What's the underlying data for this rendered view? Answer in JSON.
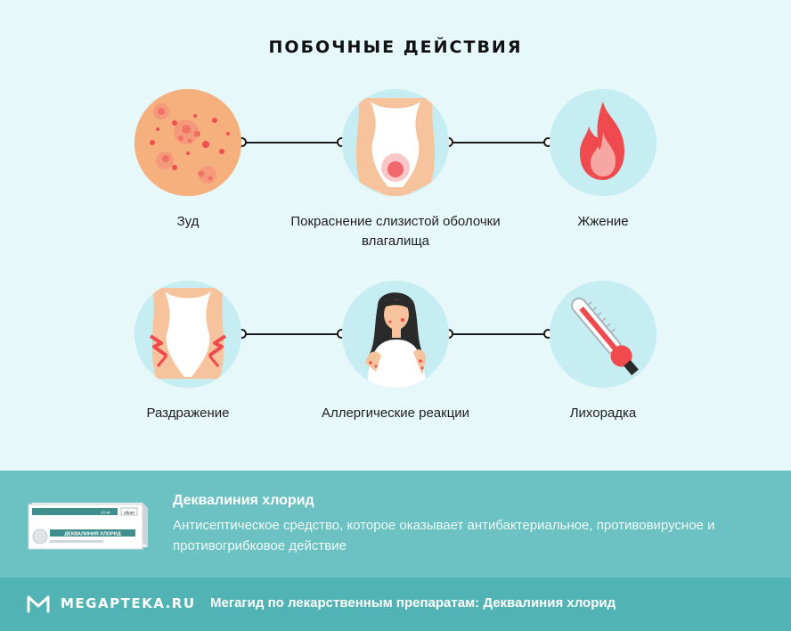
{
  "title": "ПОБОЧНЫЕ ДЕЙСТВИЯ",
  "effects": [
    {
      "label": "Зуд",
      "icon": "rash-skin-icon"
    },
    {
      "label": "Покраснение слизистой оболочки влагалища",
      "icon": "vaginal-redness-icon"
    },
    {
      "label": "Жжение",
      "icon": "flame-icon"
    },
    {
      "label": "Раздражение",
      "icon": "irritation-body-icon"
    },
    {
      "label": "Аллергические реакции",
      "icon": "allergic-woman-icon"
    },
    {
      "label": "Лихорадка",
      "icon": "thermometer-icon"
    }
  ],
  "drug": {
    "name": "Деквалиния хлорид",
    "description": "Антисептическое средство, которое оказывает антибактериальное, противовирусное и противогрибковое действие",
    "package": {
      "title": "ДЕКВАЛИНИЯ ХЛОРИД",
      "brand": "olium",
      "dose": "10 мг"
    }
  },
  "footer": {
    "logo": "MEGAPTEKA.RU",
    "text": "Мегагид по лекарственным препаратам: Деквалиния хлорид"
  },
  "colors": {
    "background": "#e6f8fa",
    "circle": "#c6edf1",
    "info_band": "#6cc1c2",
    "footer_band": "#52b3b4"
  }
}
